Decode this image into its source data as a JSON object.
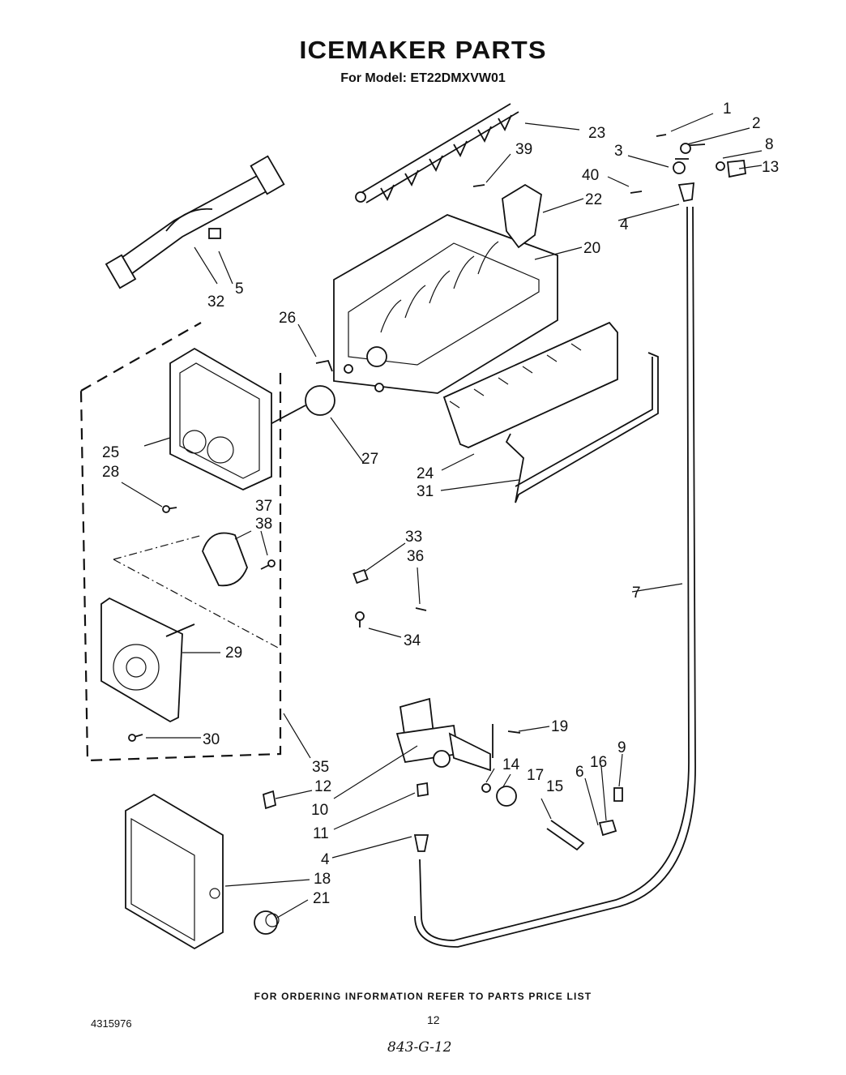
{
  "title": "ICEMAKER PARTS",
  "subtitle": "For Model: ET22DMXVW01",
  "footer_note": "FOR ORDERING INFORMATION REFER TO PARTS PRICE LIST",
  "doc_number": "4315976",
  "page_number": "12",
  "handwritten_note": "843-G-12",
  "callouts": [
    "1",
    "2",
    "3",
    "4",
    "4",
    "5",
    "6",
    "7",
    "8",
    "10",
    "11",
    "12",
    "13",
    "14",
    "15",
    "16",
    "17",
    "18",
    "19",
    "20",
    "21",
    "22",
    "23",
    "24",
    "25",
    "26",
    "27",
    "28",
    "29",
    "30",
    "31",
    "32",
    "33",
    "34",
    "35",
    "36",
    "37",
    "38",
    "39",
    "40",
    "9"
  ]
}
